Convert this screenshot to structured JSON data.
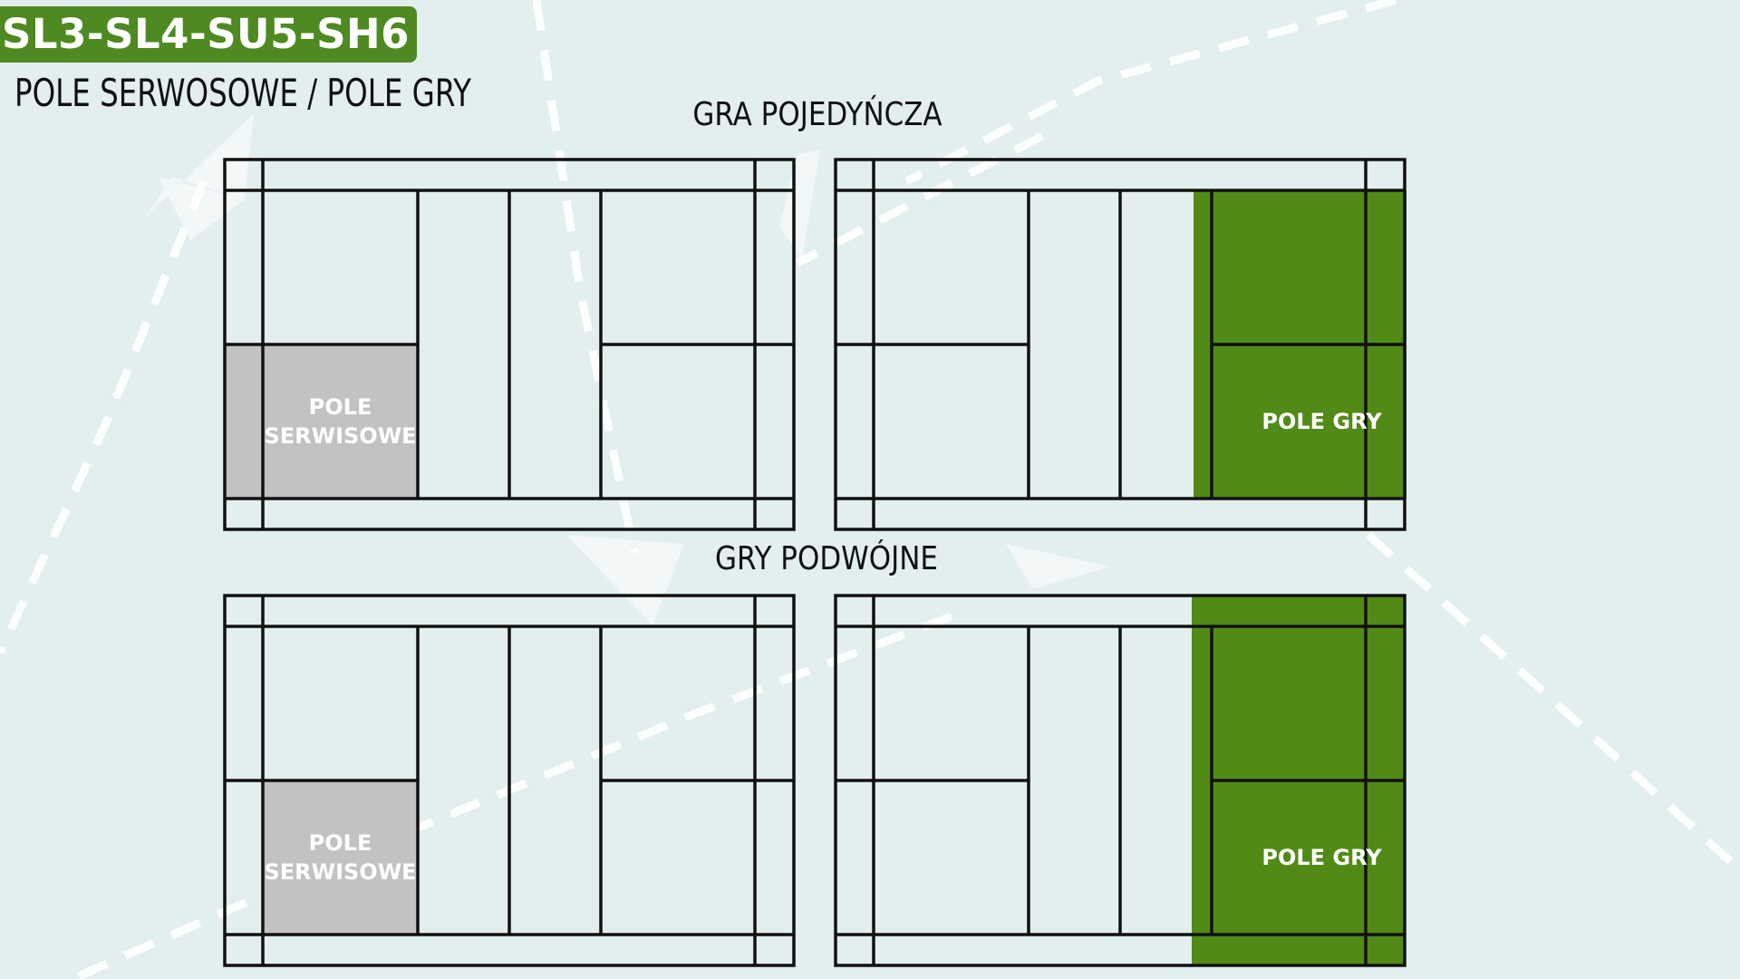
{
  "header": {
    "badge": "SL3-SL4-SU5-SH6",
    "title": "POLE SERWOSOWE / POLE GRY"
  },
  "colors": {
    "background": "#e3eeef",
    "accent_green": "#4e8a21",
    "play_area_green": "#528a17",
    "service_area_gray": "#c2c2c2",
    "line": "#111111",
    "decor_white": "#ffffff"
  },
  "sections": [
    {
      "title": "GRA POJEDYŃCZA",
      "courts": [
        {
          "label_lines": [
            "POLE",
            "SERWISOWE"
          ],
          "highlight": "service",
          "color_key": "service_area_gray"
        },
        {
          "label_lines": [
            "POLE GRY"
          ],
          "highlight": "play",
          "color_key": "play_area_green"
        }
      ]
    },
    {
      "title": "GRY PODWÓJNE",
      "courts": [
        {
          "label_lines": [
            "POLE",
            "SERWISOWE"
          ],
          "highlight": "service",
          "color_key": "service_area_gray"
        },
        {
          "label_lines": [
            "POLE GRY"
          ],
          "highlight": "play",
          "color_key": "play_area_green"
        }
      ]
    }
  ]
}
